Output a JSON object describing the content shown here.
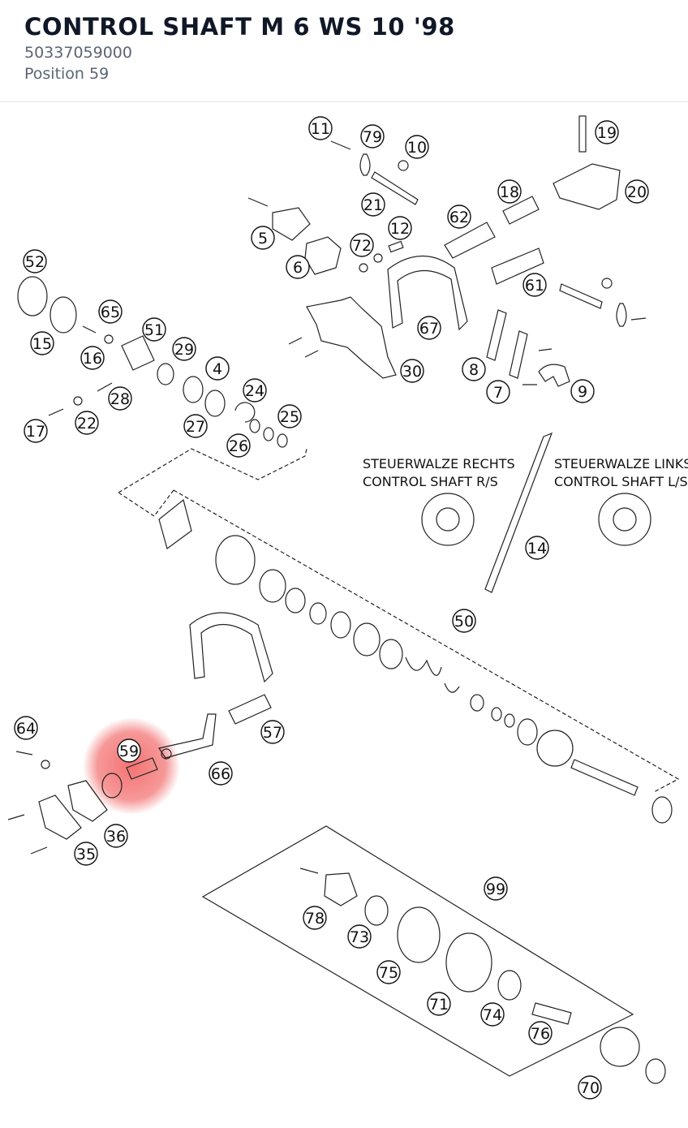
{
  "part": {
    "title": "CONTROL SHAFT M 6 WS 10 '98",
    "number": "50337059000",
    "position_label": "Position 59"
  },
  "highlight": {
    "callout": "59",
    "color": "#ef4444"
  },
  "captions": {
    "right_de": "STEUERWALZE RECHTS",
    "right_en": "CONTROL SHAFT R/S",
    "left_de": "STEUERWALZE LINKS",
    "left_en": "CONTROL SHAFT L/S"
  },
  "callouts": [
    "11",
    "79",
    "10",
    "19",
    "21",
    "20",
    "18",
    "62",
    "12",
    "72",
    "5",
    "6",
    "52",
    "65",
    "51",
    "15",
    "16",
    "29",
    "4",
    "28",
    "17",
    "22",
    "24",
    "27",
    "26",
    "25",
    "67",
    "30",
    "8",
    "7",
    "9",
    "61",
    "14",
    "50",
    "64",
    "59",
    "66",
    "57",
    "36",
    "35",
    "99",
    "78",
    "73",
    "75",
    "71",
    "74",
    "76",
    "70"
  ]
}
